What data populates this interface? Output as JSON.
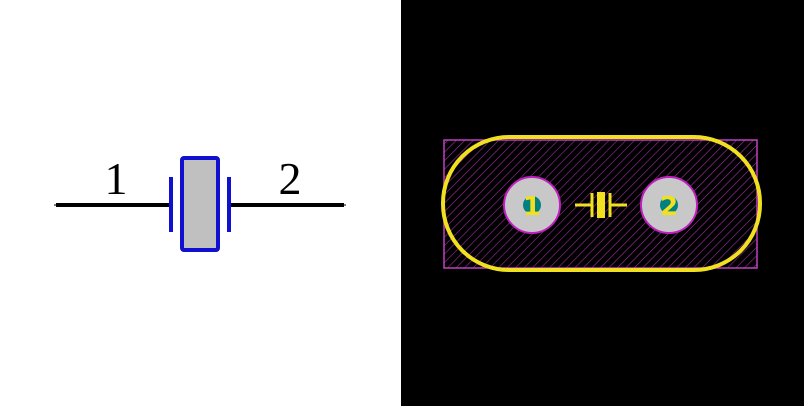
{
  "schematic": {
    "pins": [
      {
        "number": "1"
      },
      {
        "number": "2"
      }
    ],
    "colors": {
      "background": "#ffffff",
      "wire": "#000000",
      "body_outline": "#1010d0",
      "body_fill": "#c0c0c0"
    },
    "icon": "crystal-symbol-icon"
  },
  "footprint": {
    "pads": [
      {
        "number": "1"
      },
      {
        "number": "2"
      }
    ],
    "colors": {
      "background": "#000000",
      "courtyard": "#c040c0",
      "silkscreen": "#f0e020",
      "pad_fill": "#c8c8c8",
      "pad_outline": "#c020c0",
      "drill": "#008080",
      "pad_label": "#f0e020"
    },
    "icon": "crystal-silkscreen-icon"
  }
}
